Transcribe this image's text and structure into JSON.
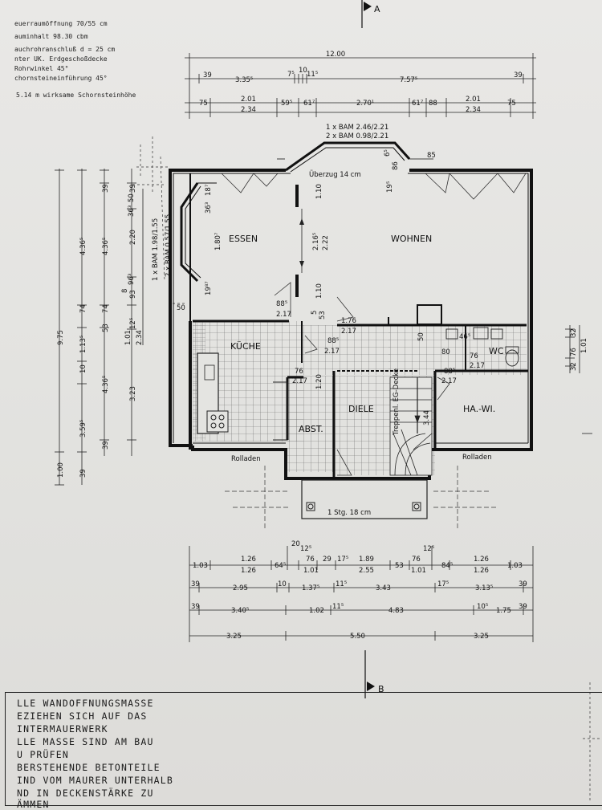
{
  "notes": [
    "euerraumöffnung  70/55 cm",
    "auminhalt        98.30 cbm",
    "auchrohranschluß d = 25 cm",
    "nter UK. Erdgeschoßdecke",
    " Rohrwinkel 45°",
    "chornsteineinführung 45°",
    "5.14 m wirksame Schornsteinhöhe"
  ],
  "section_markers": {
    "top": "A",
    "bottom": "B"
  },
  "rooms": {
    "essen": "ESSEN",
    "wohnen": "WOHNEN",
    "kueche": "KÜCHE",
    "wc": "WC",
    "diele": "DIELE",
    "abst": "ABST.",
    "hawi": "HA.-WI."
  },
  "labels": {
    "rolladen_left": "Rolladen",
    "rolladen_right": "Rolladen",
    "stufe": "1 Stg.  18 cm",
    "bam_top_1": "1 x BAM 2.46/2.21",
    "bam_top_2": "2 x BAM 0.98/2.21",
    "ueberzug": "Überzug 14 cm",
    "bam_left_1": "1 x BAM 1.98/1.55",
    "bam_left_2": "2 x BAM 0.57/1.55",
    "treppe": "Treppenl. EG-Decke"
  },
  "dims_top": {
    "total": "12.00",
    "r1": [
      "39",
      "3.35⁵",
      "7⁵",
      "10",
      "11⁵",
      "7.57⁵",
      "39"
    ],
    "r2": [
      "75",
      "2.01",
      "2.34",
      "59⁵",
      "61⁷",
      "2.70¹",
      "61⁷",
      "88",
      "2.01",
      "2.34",
      "75"
    ]
  },
  "dims_bottom": {
    "r1": [
      "1.03",
      "1.26",
      "1.26",
      "64⁵",
      "20",
      "12⁵",
      "76",
      "1.01",
      "29",
      "17⁵",
      "1.89",
      "2.55",
      "53",
      "12⁵",
      "76",
      "1.01",
      "84⁵",
      "1.26",
      "1.26",
      "1.03"
    ],
    "r2": [
      "39",
      "2.95",
      "10",
      "1.37⁵",
      "11⁵",
      "3.43",
      "17⁵",
      "3.13⁵",
      "39"
    ],
    "r3": [
      "39",
      "3.40⁵",
      "1.02",
      "11⁵",
      "4.83",
      "10⁵",
      "1.75",
      "39"
    ],
    "r4": [
      "3.25",
      "5.50",
      "3.25"
    ]
  },
  "dims_left": {
    "c1": [
      "9.75",
      "1.00"
    ],
    "c2": [
      "4.36⁵",
      "74",
      "1.13⁵",
      "10",
      "3.59⁵",
      "39"
    ],
    "c3": [
      "39",
      "4.36⁵",
      "74",
      "53",
      "4.36⁵",
      "39"
    ],
    "c4": [
      "39",
      "2.20",
      "93",
      "12⁵",
      "3.23"
    ],
    "c5": [
      "50",
      "36³",
      "8",
      "96³",
      "1.01",
      "2.34"
    ]
  },
  "dims_inner": {
    "essen_win": [
      "18⁷",
      "36³",
      "1.80⁷",
      "19⁸⁷"
    ],
    "mid": [
      "1.10",
      "2.16⁵",
      "2.22",
      "1.10"
    ],
    "door_essen": [
      "88⁵",
      "2.17"
    ],
    "door_wohnen": [
      "1.76",
      "2.17"
    ],
    "door_kueche": [
      "88⁵",
      "2.17"
    ],
    "door_abst": [
      "76",
      "2.17",
      "1.20"
    ],
    "door_hawi": [
      "88⁵",
      "2.17"
    ],
    "wc_dims": [
      "50",
      "46⁵",
      "80",
      "76",
      "2.17"
    ],
    "bay": [
      "86",
      "6⁵",
      "85",
      "19⁵",
      "5",
      "53"
    ],
    "stair": "3.44",
    "left_small": "50",
    "right_col": [
      "32",
      "76",
      "32",
      "1.01"
    ]
  }
}
